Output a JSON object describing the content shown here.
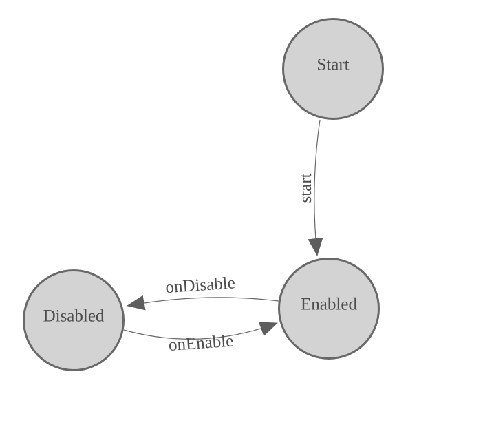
{
  "diagram": {
    "type": "finite-state-machine",
    "nodes": [
      {
        "id": "start",
        "label": "Start"
      },
      {
        "id": "enabled",
        "label": "Enabled"
      },
      {
        "id": "disabled",
        "label": "Disabled"
      }
    ],
    "edges": [
      {
        "from": "start",
        "to": "enabled",
        "label": "start"
      },
      {
        "from": "enabled",
        "to": "disabled",
        "label": "onDisable"
      },
      {
        "from": "disabled",
        "to": "enabled",
        "label": "onEnable"
      }
    ],
    "colors": {
      "canvas_bg": "#ffffff",
      "node_fill": "#d3d3d3",
      "node_stroke": "#686868",
      "edge_stroke": "#686868",
      "arrow_fill": "#5e5e5e",
      "label_color": "#4d4d4d"
    }
  }
}
